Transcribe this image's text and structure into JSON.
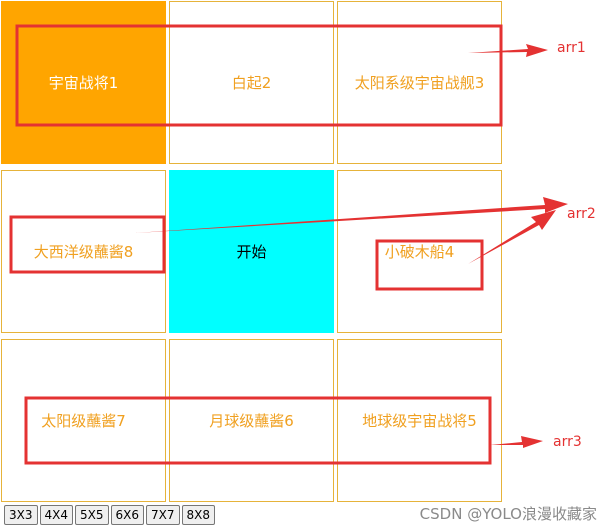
{
  "grid": {
    "cells": [
      {
        "label": "宇宙战将1",
        "state": "active"
      },
      {
        "label": "白起2",
        "state": "normal"
      },
      {
        "label": "太阳系级宇宙战舰3",
        "state": "normal"
      },
      {
        "label": "大西洋级蘸酱8",
        "state": "normal"
      },
      {
        "label": "开始",
        "state": "start"
      },
      {
        "label": "小破木船4",
        "state": "normal"
      },
      {
        "label": "太阳级蘸酱7",
        "state": "normal"
      },
      {
        "label": "月球级蘸酱6",
        "state": "normal"
      },
      {
        "label": "地球级宇宙战将5",
        "state": "normal"
      }
    ]
  },
  "size_buttons": [
    "3X3",
    "4X4",
    "5X5",
    "6X6",
    "7X7",
    "8X8"
  ],
  "annotations": {
    "arr1": "arr1",
    "arr2": "arr2",
    "arr3": "arr3"
  },
  "watermark": "CSDN @YOLO浪漫收藏家",
  "colors": {
    "cell_text": "#f0a020",
    "cell_border": "#e6b33a",
    "active_bg": "#ffa500",
    "start_bg": "#00ffff",
    "annotation_red": "#e43232"
  }
}
